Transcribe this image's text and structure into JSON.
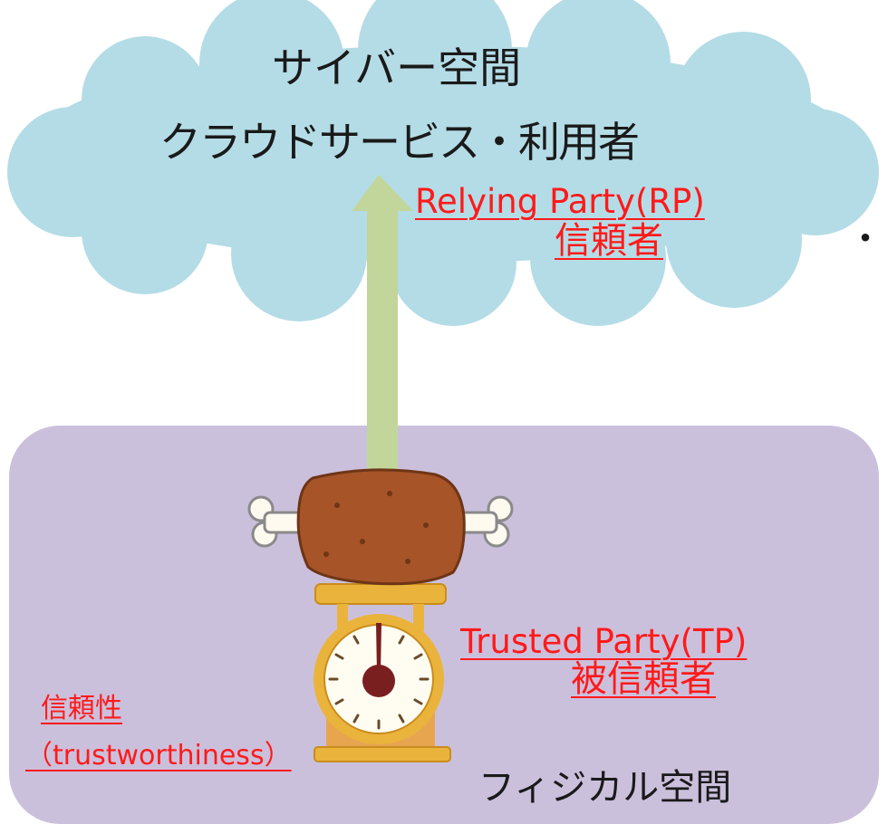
{
  "cyber_space": {
    "title": "サイバー空間",
    "subtitle": "クラウドサービス・利用者"
  },
  "relying_party": {
    "label_en": "Relying Party(RP)",
    "label_ja": "信頼者"
  },
  "bullet": "・",
  "physical_space": {
    "label": "フィジカル空間"
  },
  "trusted_party": {
    "label_en": "Trusted Party(TP)",
    "label_ja": "被信頼者"
  },
  "trustworthiness": {
    "label_ja": "信頼性",
    "label_en": "（trustworthiness）"
  },
  "colors": {
    "cloud": "#b4dce6",
    "physical_box": "#cbc0dc",
    "arrow": "#c2d69b",
    "label_red": "#ff1a1a",
    "meat": "#a65428",
    "scale": "#eab43c"
  },
  "icons": {
    "arrow": "up-arrow-icon",
    "meat": "meat-on-bone-icon",
    "scale": "kitchen-scale-icon"
  }
}
